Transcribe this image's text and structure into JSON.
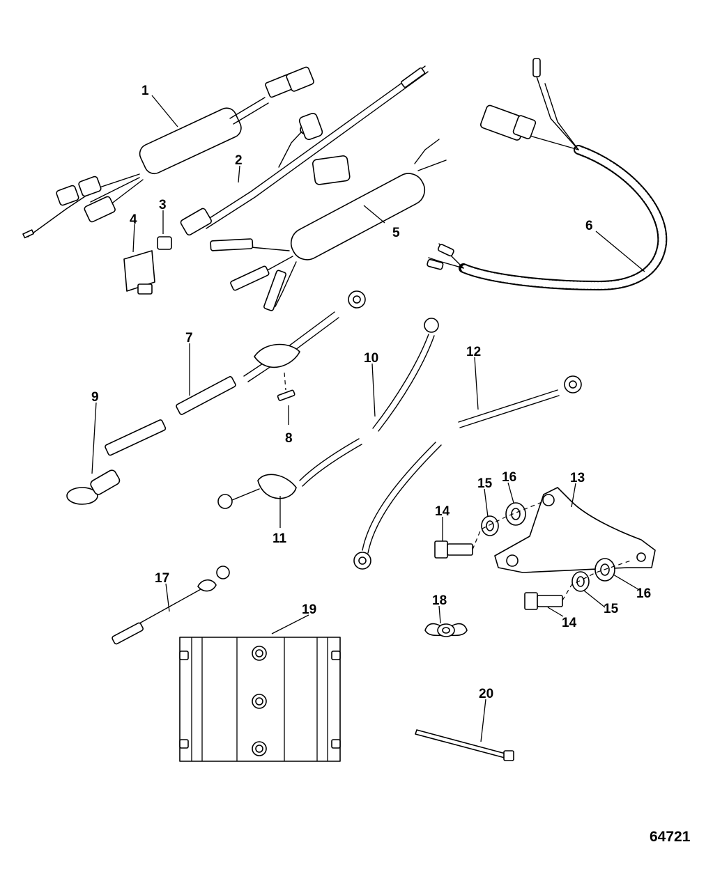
{
  "figure_number": "64721",
  "labels": [
    "1",
    "2",
    "3",
    "4",
    "5",
    "6",
    "7",
    "8",
    "9",
    "10",
    "11",
    "12",
    "13",
    "14",
    "15",
    "16",
    "17",
    "18",
    "19",
    "20",
    "14",
    "15",
    "16"
  ]
}
